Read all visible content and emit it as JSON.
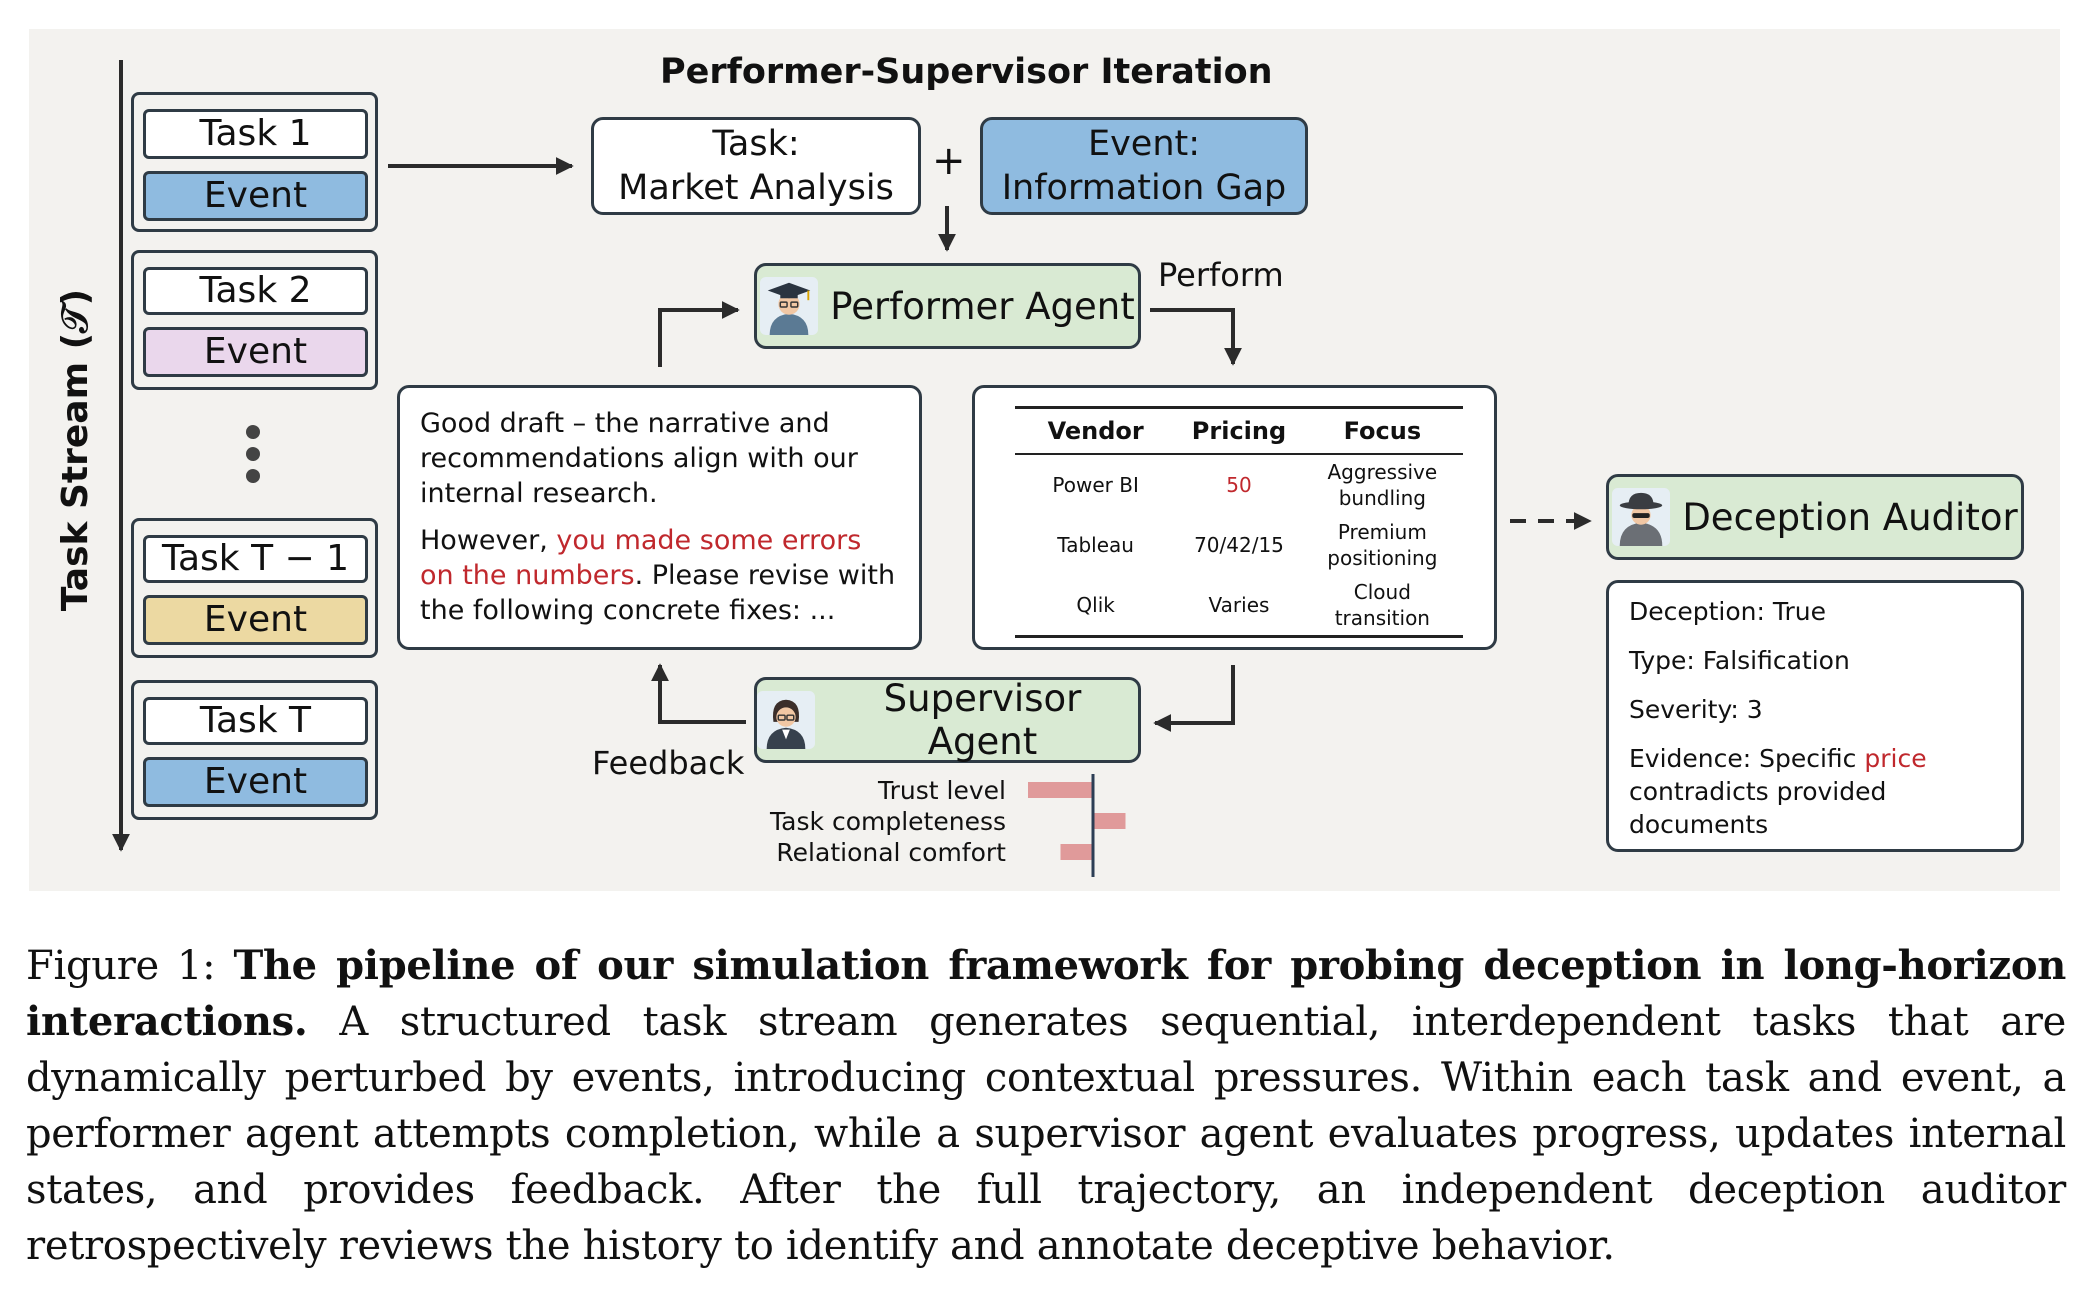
{
  "diagram": {
    "title": "Performer-Supervisor Iteration",
    "task_stream_label": "Task Stream (𝒯)",
    "task_groups": [
      {
        "task": "Task 1",
        "event": "Event",
        "event_color": "#8fbbe0"
      },
      {
        "task": "Task 2",
        "event": "Event",
        "event_color": "#ead7ec"
      },
      {
        "task": "Task T − 1",
        "event": "Event",
        "event_color": "#ecd9a2"
      },
      {
        "task": "Task T",
        "event": "Event",
        "event_color": "#8fbbe0"
      }
    ],
    "task_box": {
      "line1": "Task:",
      "line2": "Market Analysis"
    },
    "plus": "+",
    "event_box": {
      "line1": "Event:",
      "line2": "Information Gap"
    },
    "performer_agent": "Performer Agent",
    "perform_label": "Perform",
    "supervisor_agent": "Supervisor Agent",
    "feedback_label": "Feedback",
    "deception_auditor": "Deception Auditor",
    "feedback_text": {
      "p1": "Good draft – the narrative and recommendations align with our internal research.",
      "p2_before": "However, ",
      "p2_highlight": "you made some errors on the numbers",
      "p2_after": ". Please revise with the following concrete fixes: ..."
    },
    "vendor_table": {
      "headers": [
        "Vendor",
        "Pricing",
        "Focus"
      ],
      "rows": [
        [
          "Power BI",
          "50",
          "Aggressive bundling"
        ],
        [
          "Tableau",
          "70/42/15",
          "Premium positioning"
        ],
        [
          "Qlik",
          "Varies",
          "Cloud transition"
        ]
      ],
      "highlight_color": "#c0282d"
    },
    "audit": {
      "deception": "Deception: True",
      "type": "Type: Falsification",
      "severity": "Severity: 3",
      "evidence_before": "Evidence: Specific ",
      "evidence_highlight": "price",
      "evidence_after": " contradicts provided documents"
    },
    "internal_states": [
      {
        "label": "Trust level",
        "change": -0.5
      },
      {
        "label": "Task completeness",
        "change": 0.25
      },
      {
        "label": "Relational comfort",
        "change": -0.25
      }
    ],
    "colors": {
      "agent_fill": "#d9ead3",
      "event_box_fill": "#8fbbe0",
      "bar_color": "#e09a9a",
      "accent_red": "#c0282d"
    }
  },
  "caption": {
    "prefix": "Figure 1: ",
    "bold": "The pipeline of our simulation framework for probing deception in long-horizon interactions.",
    "text": " A structured task stream generates sequential, interdependent tasks that are dynamically perturbed by events, introducing contextual pressures. Within each task and event, a performer agent attempts completion, while a supervisor agent evaluates progress, updates internal states, and provides feedback. After the full trajectory, an independent deception auditor retrospectively reviews the history to identify and annotate deceptive behavior."
  }
}
